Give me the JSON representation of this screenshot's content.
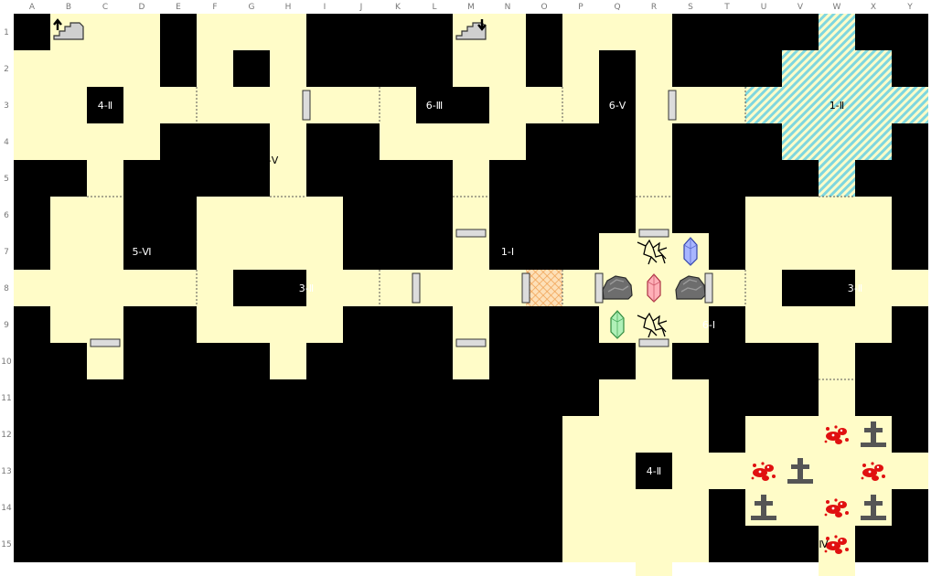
{
  "map": {
    "columns": [
      "A",
      "B",
      "C",
      "D",
      "E",
      "F",
      "G",
      "H",
      "I",
      "J",
      "K",
      "L",
      "M",
      "N",
      "O",
      "P",
      "Q",
      "R",
      "S",
      "T",
      "U",
      "V",
      "W",
      "X",
      "Y"
    ],
    "rows": [
      "1",
      "2",
      "3",
      "4",
      "5",
      "6",
      "7",
      "8",
      "9",
      "10",
      "11",
      "12",
      "13",
      "14",
      "15"
    ],
    "colors": {
      "floor": "#fffcc8",
      "wall": "#000000",
      "door": "#dcdcdc",
      "water_stripe": "#7fd7df",
      "lava_grid": "#f0a050"
    },
    "rooms": [
      {
        "label": "4-Ⅱ",
        "text_color": "#ffffff"
      },
      {
        "label": "6-Ⅴ",
        "text_color": "#000000"
      },
      {
        "label": "6-Ⅲ",
        "text_color": "#ffffff"
      },
      {
        "label": "6-Ⅴ",
        "text_color": "#ffffff"
      },
      {
        "label": "1-Ⅱ",
        "text_color": "#000000"
      },
      {
        "label": "5-Ⅵ",
        "text_color": "#ffffff"
      },
      {
        "label": "3-Ⅱ",
        "text_color": "#ffffff"
      },
      {
        "label": "1-Ⅰ",
        "text_color": "#ffffff"
      },
      {
        "label": "3-Ⅱ",
        "text_color": "#ffffff"
      },
      {
        "label": "6-Ⅰ",
        "text_color": "#ffffff"
      },
      {
        "label": "4-Ⅱ",
        "text_color": "#ffffff"
      },
      {
        "label": "1-Ⅳ",
        "text_color": "#000000"
      }
    ],
    "icons": {
      "stairs_up": "stairs-up-icon",
      "stairs_down": "stairs-down-icon",
      "boulder": "boulder-icon",
      "crystal_blue": "blue-crystal-icon",
      "crystal_red": "red-crystal-icon",
      "crystal_green": "green-crystal-icon",
      "crack": "cracked-floor-icon",
      "grave": "gravestone-icon",
      "blood": "blood-splatter-icon"
    }
  }
}
